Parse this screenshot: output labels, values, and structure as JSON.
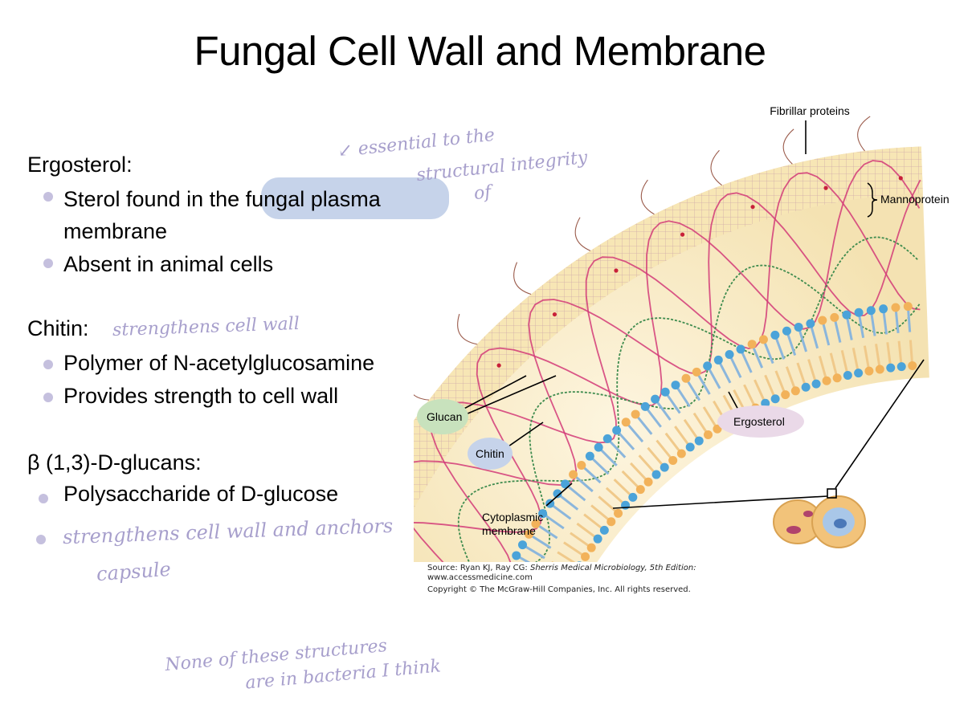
{
  "title": "Fungal Cell Wall and Membrane",
  "sections": [
    {
      "heading": "Ergosterol",
      "heading_suffix": ":",
      "bullets": [
        "Sterol found in the fungal plasma",
        "membrane",
        "Absent in animal cells"
      ]
    },
    {
      "heading": "Chitin:",
      "bullets": [
        "Polymer of N-acetylglucosamine",
        "Provides strength to cell wall"
      ]
    },
    {
      "heading": "β (1,3)-D-glucans:",
      "bullets": [
        "Polysaccharide of D-glucose"
      ]
    }
  ],
  "annotations": {
    "ergosterol_note_1": "↙ essential to the",
    "ergosterol_note_2": "structural integrity",
    "ergosterol_note_3": "of",
    "chitin_note": "strengthens cell wall",
    "glucan_note_1": "strengthens cell wall and anchors",
    "glucan_note_2": "capsule",
    "bottom_note_1": "None of these structures",
    "bottom_note_2": "are in bacteria I think"
  },
  "diagram": {
    "labels": {
      "fibrillar": "Fibrillar proteins",
      "mannoprotein": "Mannoprotein",
      "glucan": "Glucan",
      "chitin": "Chitin",
      "ergosterol": "Ergosterol",
      "cytoplasmic_1": "Cytoplasmic",
      "cytoplasmic_2": "membrane"
    },
    "colors": {
      "glucan_bg": "#c8e2bd",
      "chitin_bg": "#c6d3ea",
      "ergosterol_bg": "#ead9e8",
      "wall_fill": "#f7e6b5",
      "grid": "#c59aa8",
      "pink_fibers": "#d23a78",
      "green_fibers": "#3f8c4f",
      "blue_heads": "#4ba3d9",
      "orange_heads": "#f2b25a",
      "cell": "#f2c37a"
    }
  },
  "source": {
    "prefix": "Source: Ryan KJ, Ray CG: ",
    "book": "Sherris Medical Microbiology, 5th Edition:",
    "url": "www.accessmedicine.com",
    "copyright": "Copyright © The McGraw-Hill Companies, Inc. All rights reserved."
  }
}
